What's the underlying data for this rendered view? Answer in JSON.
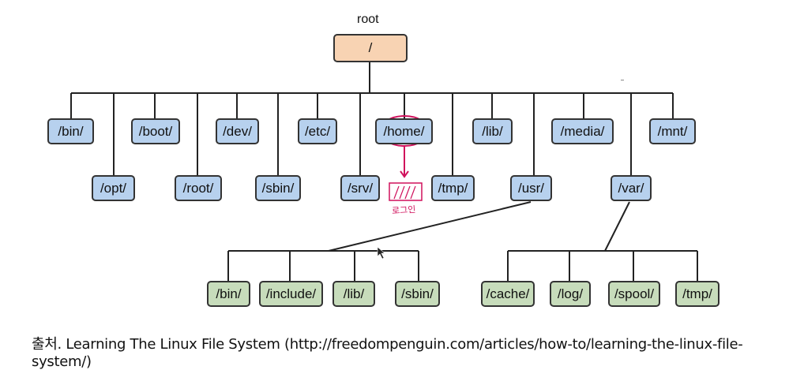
{
  "diagram": {
    "root_label": "root",
    "root_node": "/",
    "level1": {
      "bin": "/bin/",
      "boot": "/boot/",
      "dev": "/dev/",
      "etc": "/etc/",
      "home": "/home/",
      "lib": "/lib/",
      "media": "/media/",
      "mnt": "/mnt/",
      "opt": "/opt/",
      "root": "/root/",
      "sbin": "/sbin/",
      "srv": "/srv/",
      "tmp": "/tmp/",
      "usr": "/usr/",
      "var": "/var/"
    },
    "usr_children": [
      "/bin/",
      "/include/",
      "/lib/",
      "/sbin/"
    ],
    "var_children": [
      "/cache/",
      "/log/",
      "/spool/",
      "/tmp/"
    ]
  },
  "annotation": {
    "handwritten": "로그인"
  },
  "caption": "출처. Learning The Linux File System (http://freedompenguin.com/articles/how-to/learning-the-linux-file-system/)",
  "colors": {
    "root_fill": "#f8d3b3",
    "dir_fill": "#b7d1ee",
    "sub_fill": "#c7dcbb",
    "line": "#222222",
    "annotation": "#d0115c"
  }
}
